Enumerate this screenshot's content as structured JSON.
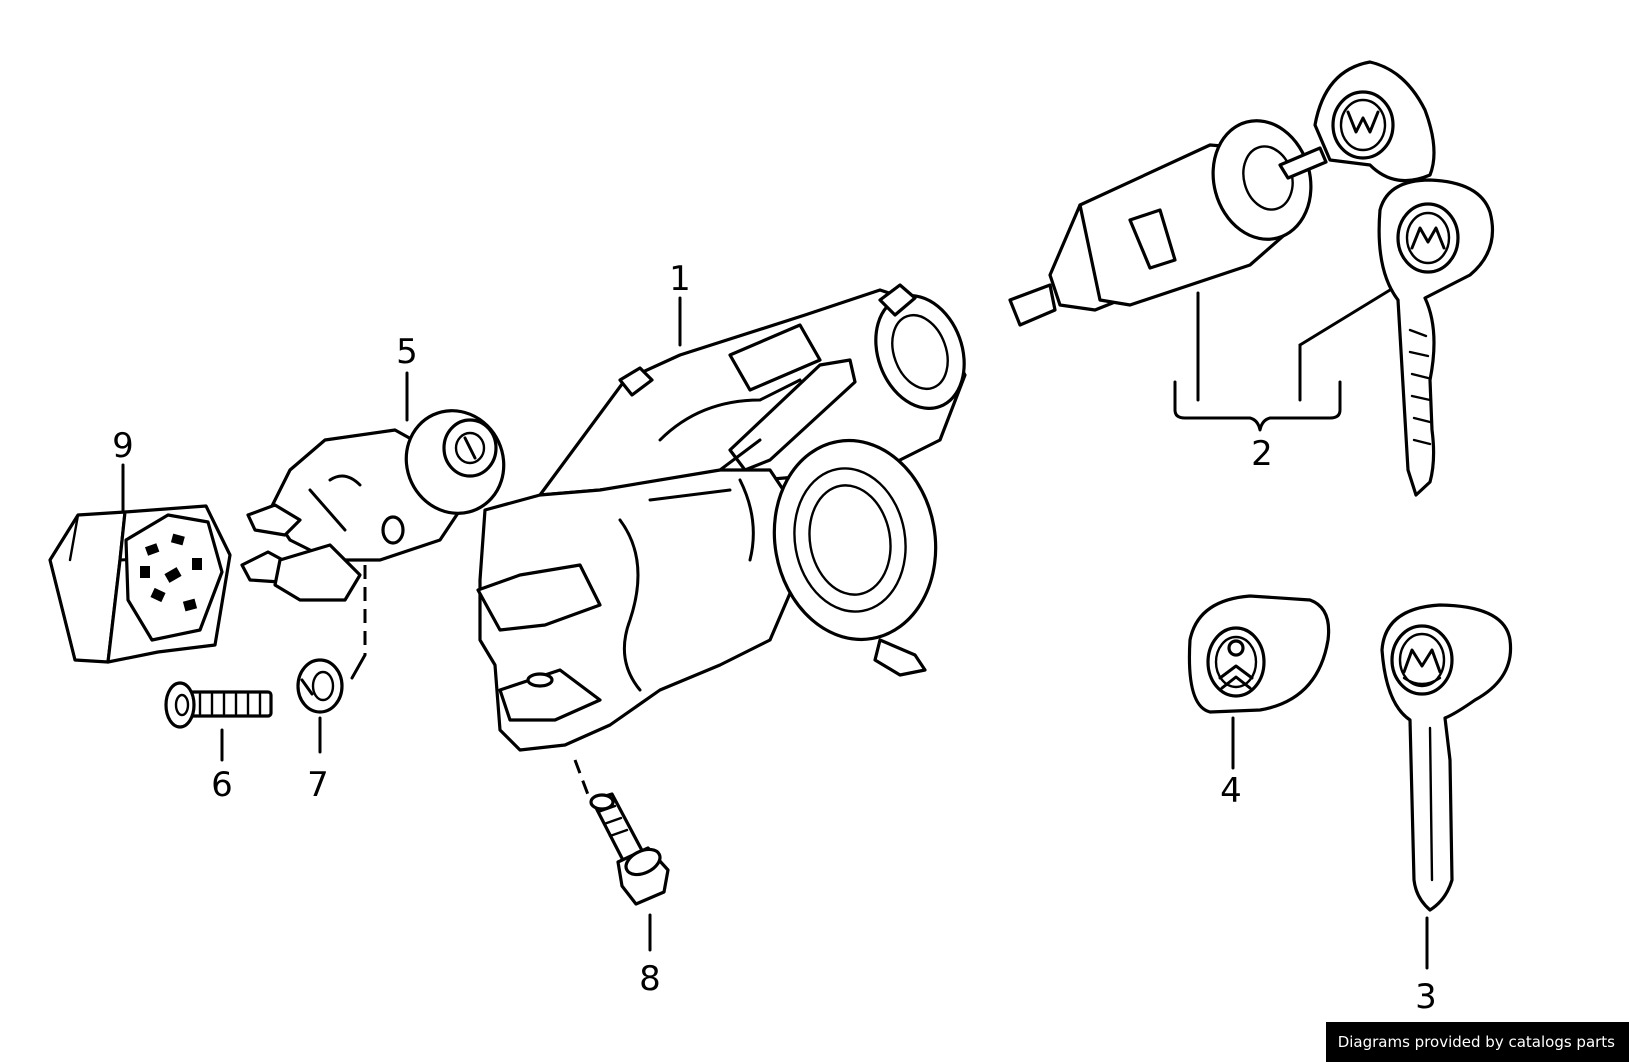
{
  "callouts": [
    {
      "id": "1",
      "label": "1"
    },
    {
      "id": "2",
      "label": "2"
    },
    {
      "id": "3",
      "label": "3"
    },
    {
      "id": "4",
      "label": "4"
    },
    {
      "id": "5",
      "label": "5"
    },
    {
      "id": "6",
      "label": "6"
    },
    {
      "id": "7",
      "label": "7"
    },
    {
      "id": "8",
      "label": "8"
    },
    {
      "id": "9",
      "label": "9"
    }
  ],
  "credit": "Diagrams provided by catalogs parts"
}
